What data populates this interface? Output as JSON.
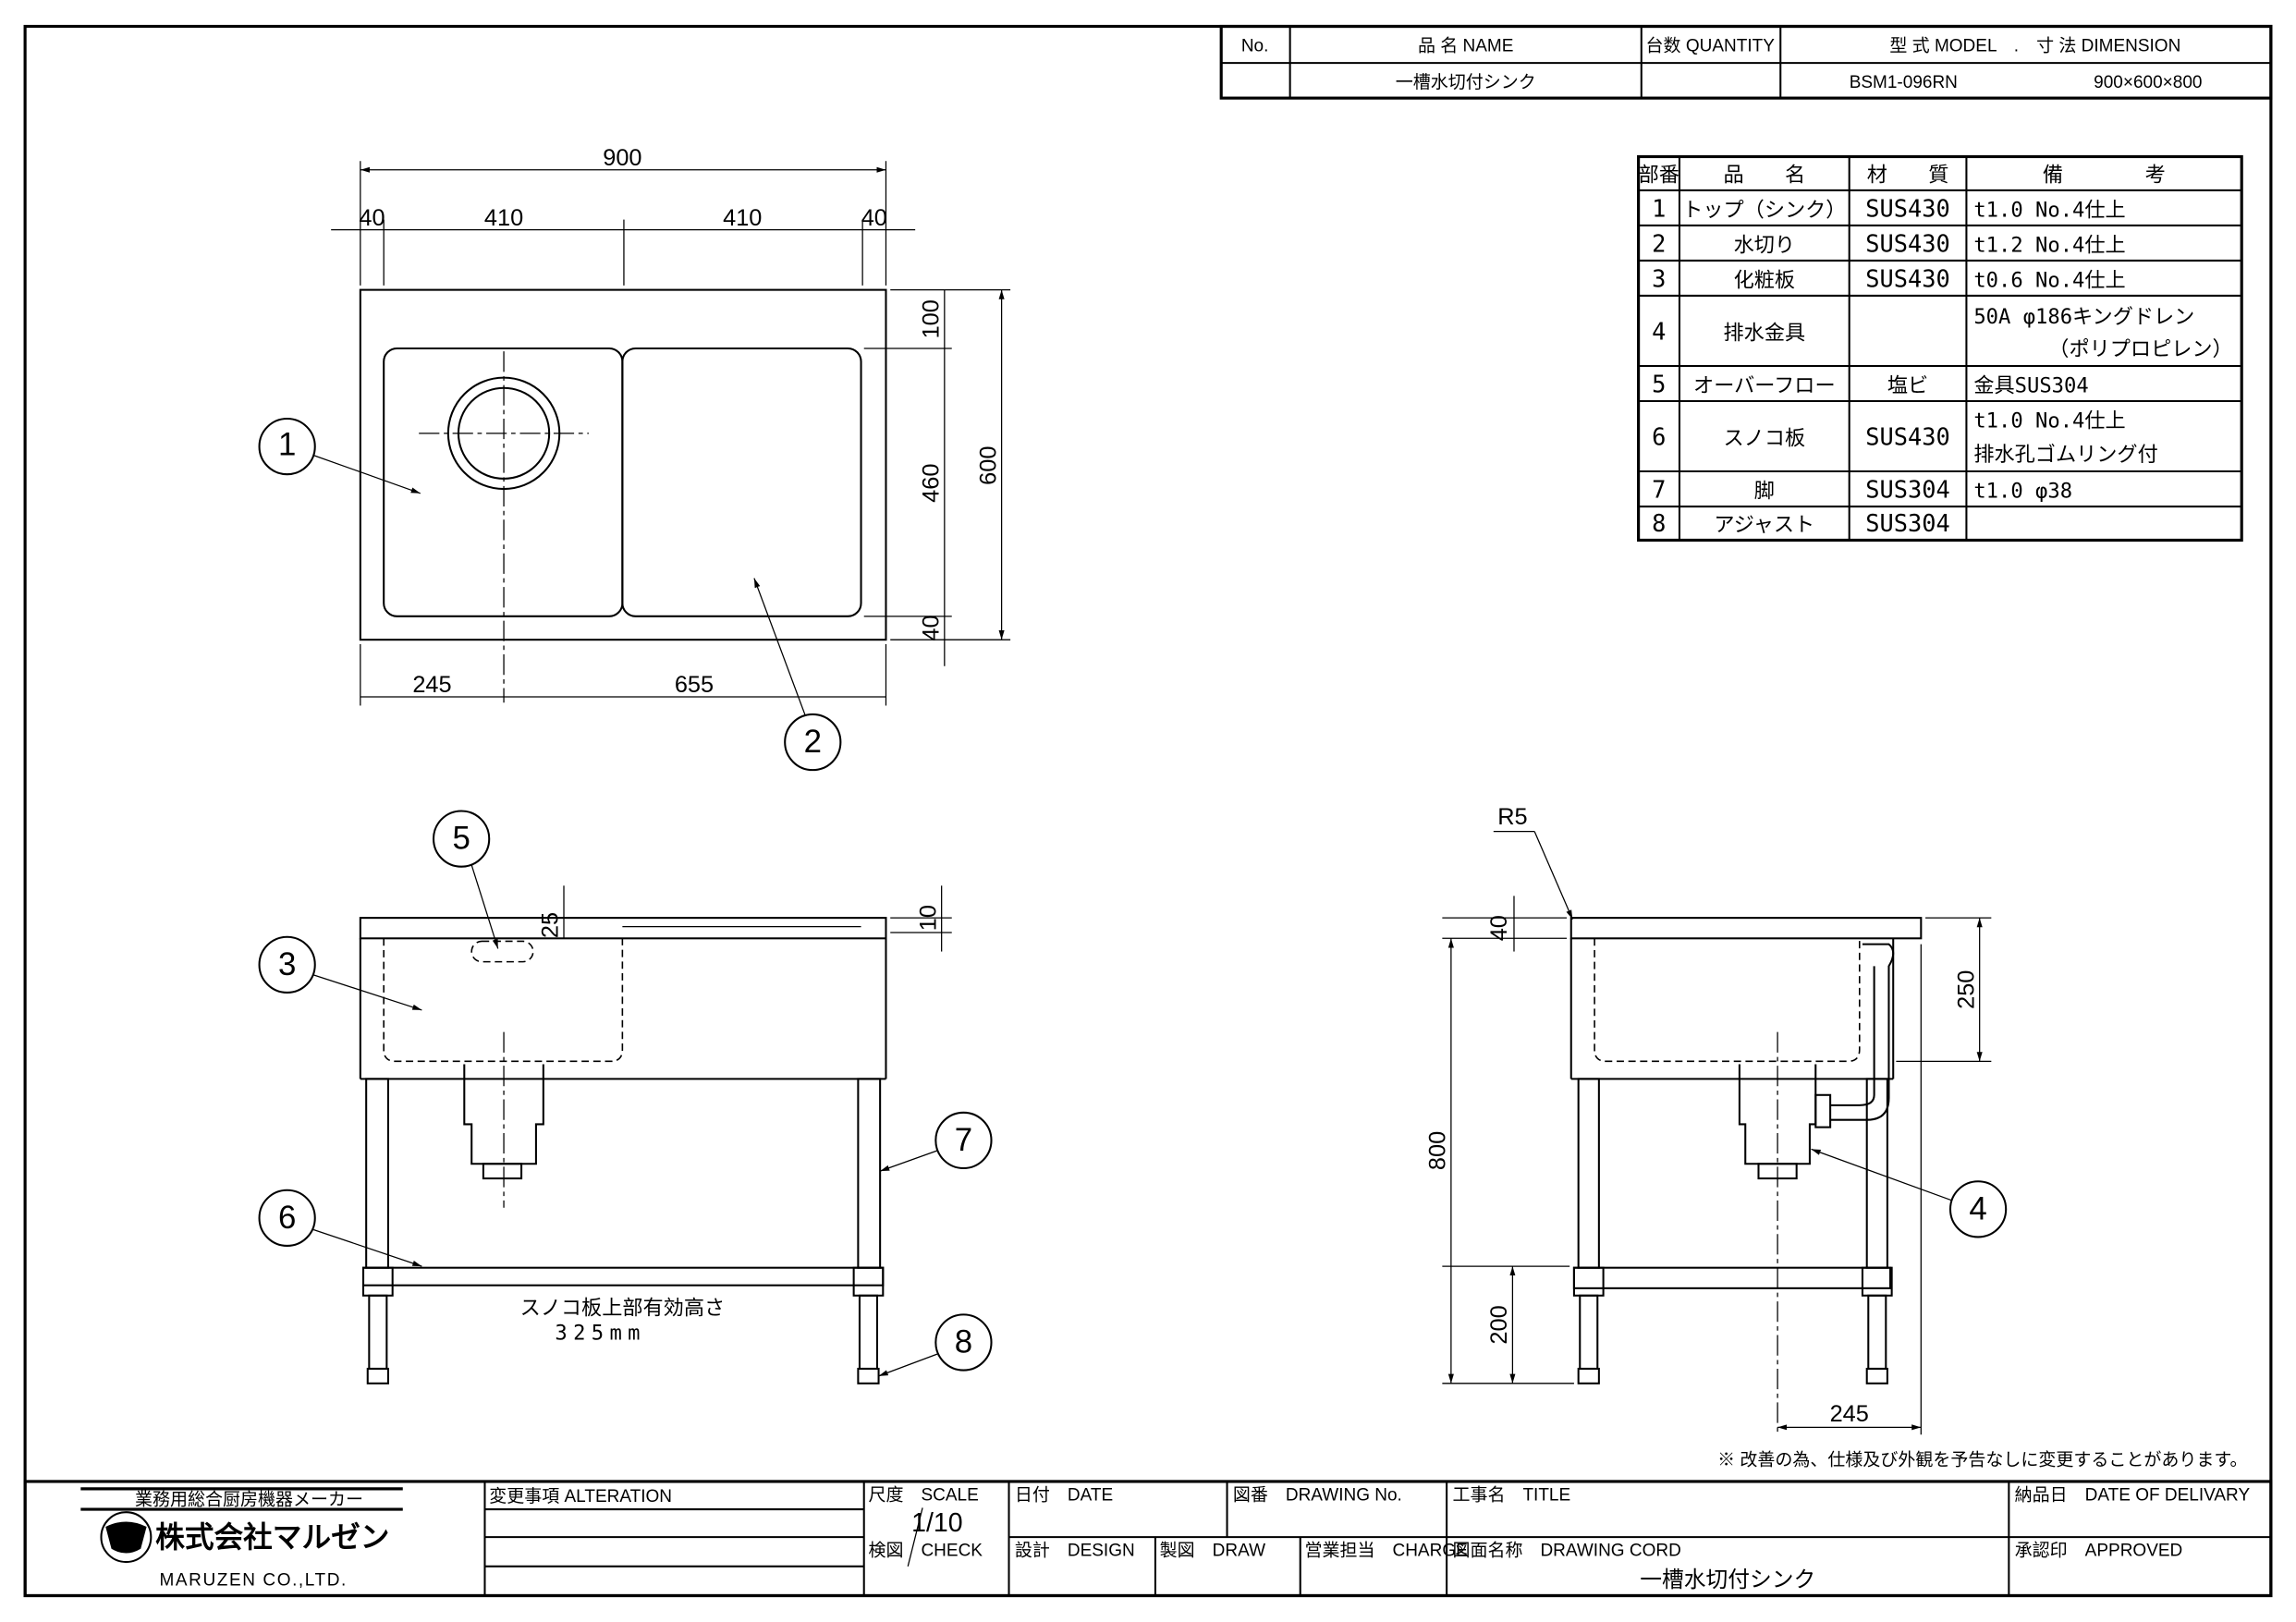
{
  "header_table": {
    "headers": [
      "No.",
      "品 名 NAME",
      "台数 QUANTITY",
      "型 式 MODEL　.　寸 法 DIMENSION"
    ],
    "row": {
      "no": "",
      "name": "一槽水切付シンク",
      "quantity": "",
      "model": "BSM1-096RN",
      "dimension": "900×600×800"
    }
  },
  "parts_table": {
    "headers": [
      "部番",
      "品　　名",
      "材　　質",
      "備　　　　考"
    ],
    "rows": [
      {
        "no": "1",
        "name": "トップ（シンク）",
        "material": "SUS430",
        "note": "t1.0 No.4仕上",
        "note2": ""
      },
      {
        "no": "2",
        "name": "水切り",
        "material": "SUS430",
        "note": "t1.2 No.4仕上",
        "note2": ""
      },
      {
        "no": "3",
        "name": "化粧板",
        "material": "SUS430",
        "note": "t0.6 No.4仕上",
        "note2": ""
      },
      {
        "no": "4",
        "name": "排水金具",
        "material": "",
        "note": "50A φ186キングドレン",
        "note2": "（ポリプロピレン）"
      },
      {
        "no": "5",
        "name": "オーバーフロー",
        "material": "塩ビ",
        "note": "金具SUS304",
        "note2": ""
      },
      {
        "no": "6",
        "name": "スノコ板",
        "material": "SUS430",
        "note": "t1.0 No.4仕上",
        "note2": "排水孔ゴムリング付"
      },
      {
        "no": "7",
        "name": "脚",
        "material": "SUS304",
        "note": "t1.0 φ38",
        "note2": ""
      },
      {
        "no": "8",
        "name": "アジャスト",
        "material": "SUS304",
        "note": "",
        "note2": ""
      }
    ]
  },
  "drawing": {
    "top_view": {
      "overall": "900",
      "d40a": "40",
      "d410a": "410",
      "d410b": "410",
      "d40b": "40",
      "d100": "100",
      "d460": "460",
      "d40c": "40",
      "d600": "600",
      "d245": "245",
      "d655": "655"
    },
    "front_view": {
      "d25": "25",
      "d10": "10",
      "shelf_note": "スノコ板上部有効高さ",
      "shelf_height": "325mm"
    },
    "side_view": {
      "r5": "R5",
      "d40": "40",
      "d800": "800",
      "d200": "200",
      "d250": "250",
      "d245": "245"
    },
    "callouts": [
      "1",
      "2",
      "3",
      "4",
      "5",
      "6",
      "7",
      "8"
    ]
  },
  "note": "※ 改善の為、仕様及び外観を予告なしに変更することがあります。",
  "title_block": {
    "logo_tagline": "業務用総合厨房機器メーカー",
    "logo_company": "株式会社マルゼン",
    "logo_english": "MARUZEN CO.,LTD.",
    "alteration": "変更事項 ALTERATION",
    "scale_label": "尺度　SCALE",
    "scale_value": "1/10",
    "date_label": "日付　DATE",
    "drawing_no_label": "図番　DRAWING No.",
    "title_label": "工事名　TITLE",
    "delivery_label": "納品日　DATE OF DELIVARY",
    "check_label": "検図　CHECK",
    "design_label": "設計　DESIGN",
    "draw_label": "製図　DRAW",
    "charge_label": "営業担当　CHARGE",
    "drawing_cord_label": "図面名称　DRAWING CORD",
    "drawing_cord_value": "一槽水切付シンク",
    "approved_label": "承認印　APPROVED"
  }
}
